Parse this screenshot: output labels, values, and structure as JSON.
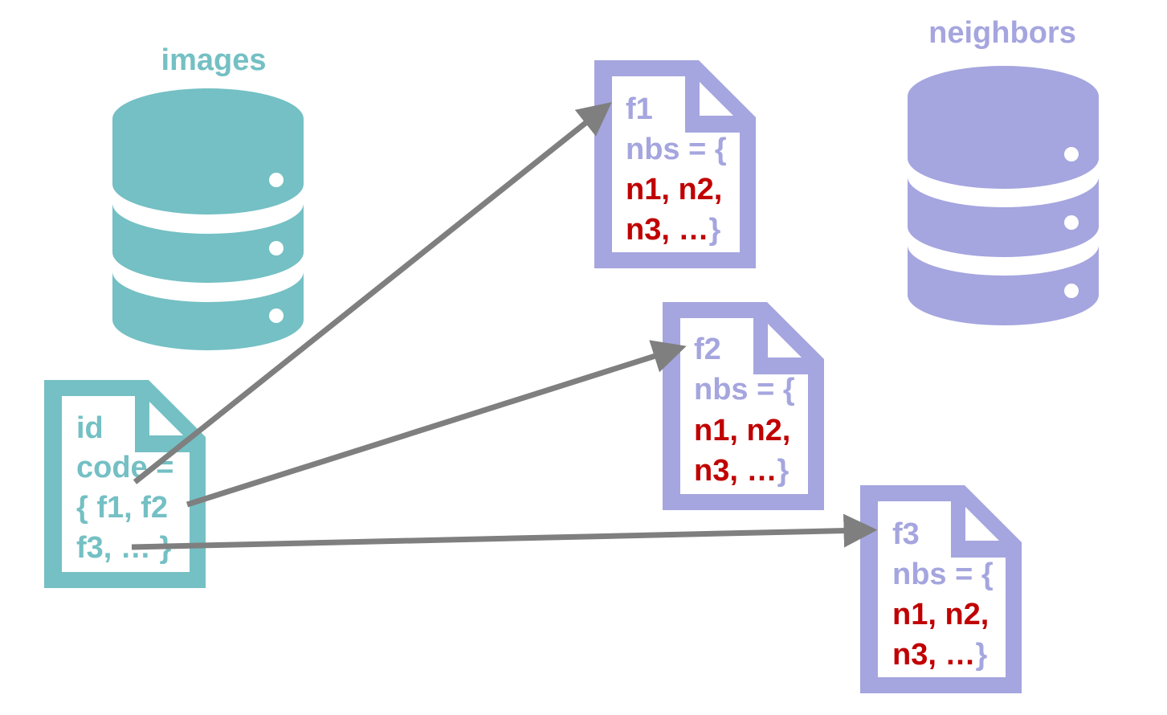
{
  "colors": {
    "teal": "#74C0C4",
    "purple": "#A5A5DF",
    "red": "#C00000",
    "arrow": "#7F7F7F",
    "white": "#FFFFFF"
  },
  "databases": {
    "images": {
      "label": "images",
      "icon": "database-icon"
    },
    "neighbors": {
      "label": "neighbors",
      "icon": "database-icon"
    }
  },
  "image_doc": {
    "icon": "document-icon",
    "lines": [
      "id",
      "code =",
      "{ f1, f2",
      "f3, … }"
    ]
  },
  "neighbor_docs": [
    {
      "icon": "document-icon",
      "line1": "f1",
      "line2": "nbs = {",
      "line3": "n1, n2,",
      "line4_red": "n3, …",
      "line4_close": "}"
    },
    {
      "icon": "document-icon",
      "line1": "f2",
      "line2": "nbs = {",
      "line3": "n1, n2,",
      "line4_red": "n3, …",
      "line4_close": "}"
    },
    {
      "icon": "document-icon",
      "line1": "f3",
      "line2": "nbs = {",
      "line3": "n1, n2,",
      "line4_red": "n3, …",
      "line4_close": "}"
    }
  ]
}
